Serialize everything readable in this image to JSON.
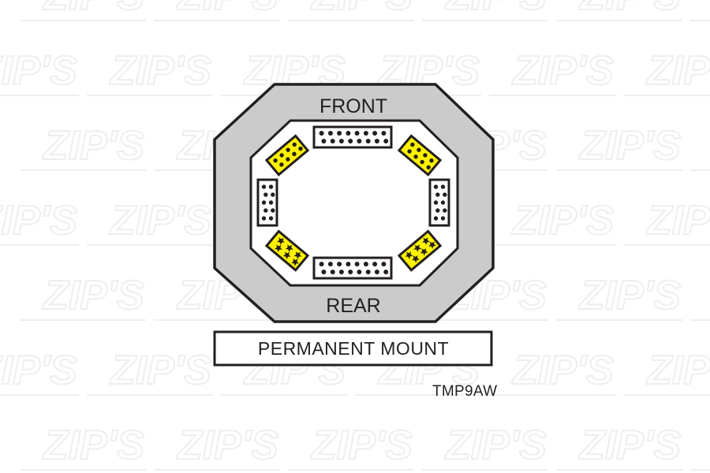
{
  "diagram": {
    "front_label": "FRONT",
    "rear_label": "REAR",
    "mount_label": "PERMANENT MOUNT",
    "model_code": "TMP9AW",
    "watermark_text": "ZIP'S",
    "colors": {
      "housing_fill": "#cccbcb",
      "outline": "#231f20",
      "amber_module": "#fff200",
      "white_module": "#ffffff",
      "watermark": "#eeeeee"
    },
    "modules": [
      {
        "position": "front-center",
        "color": "white",
        "pattern": "dots"
      },
      {
        "position": "front-left-corner",
        "color": "amber",
        "pattern": "dots"
      },
      {
        "position": "front-right-corner",
        "color": "amber",
        "pattern": "dots"
      },
      {
        "position": "left-side",
        "color": "white",
        "pattern": "dots"
      },
      {
        "position": "right-side",
        "color": "white",
        "pattern": "dots"
      },
      {
        "position": "rear-left-corner",
        "color": "amber",
        "pattern": "stars"
      },
      {
        "position": "rear-right-corner",
        "color": "amber",
        "pattern": "stars"
      },
      {
        "position": "rear-center",
        "color": "white",
        "pattern": "dots"
      }
    ]
  }
}
